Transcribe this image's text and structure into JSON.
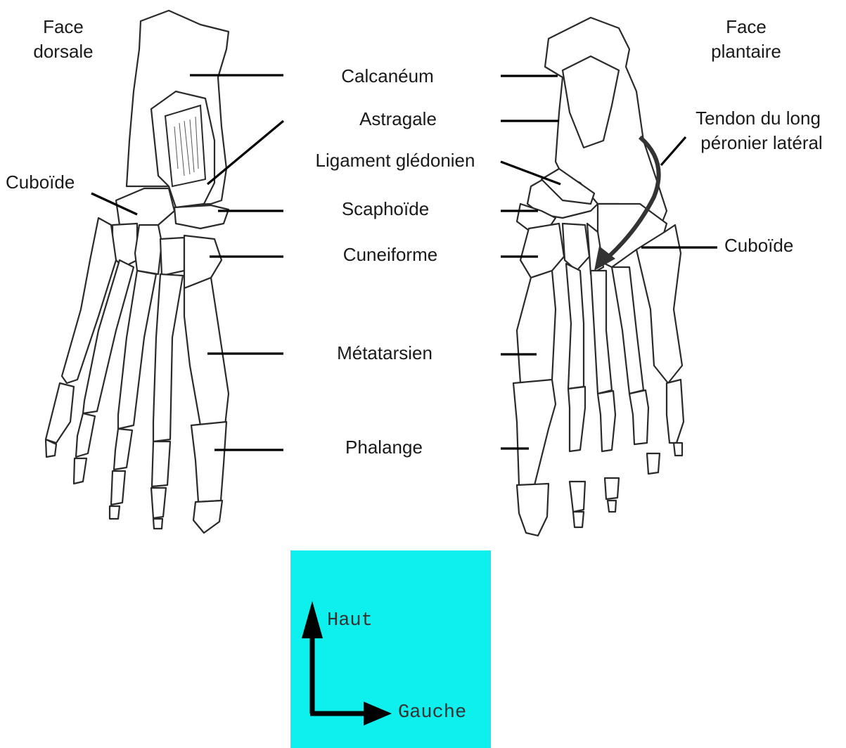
{
  "diagram": {
    "left_view": {
      "title_line1": "Face",
      "title_line2": "dorsale",
      "cuboide_label": "Cuboïde"
    },
    "right_view": {
      "title_line1": "Face",
      "title_line2": "plantaire",
      "tendon_line1": "Tendon du long",
      "tendon_line2": "péronier latéral",
      "cuboide_label": "Cuboïde"
    },
    "center_labels": [
      "Calcanéum",
      "Astragale",
      "Ligament glédonien",
      "Scaphoïde",
      "Cuneiforme",
      "Métatarsien",
      "Phalange"
    ]
  },
  "orientation_box": {
    "background": "#0ef0ee",
    "up_label": "Haut",
    "right_label": "Gauche"
  }
}
